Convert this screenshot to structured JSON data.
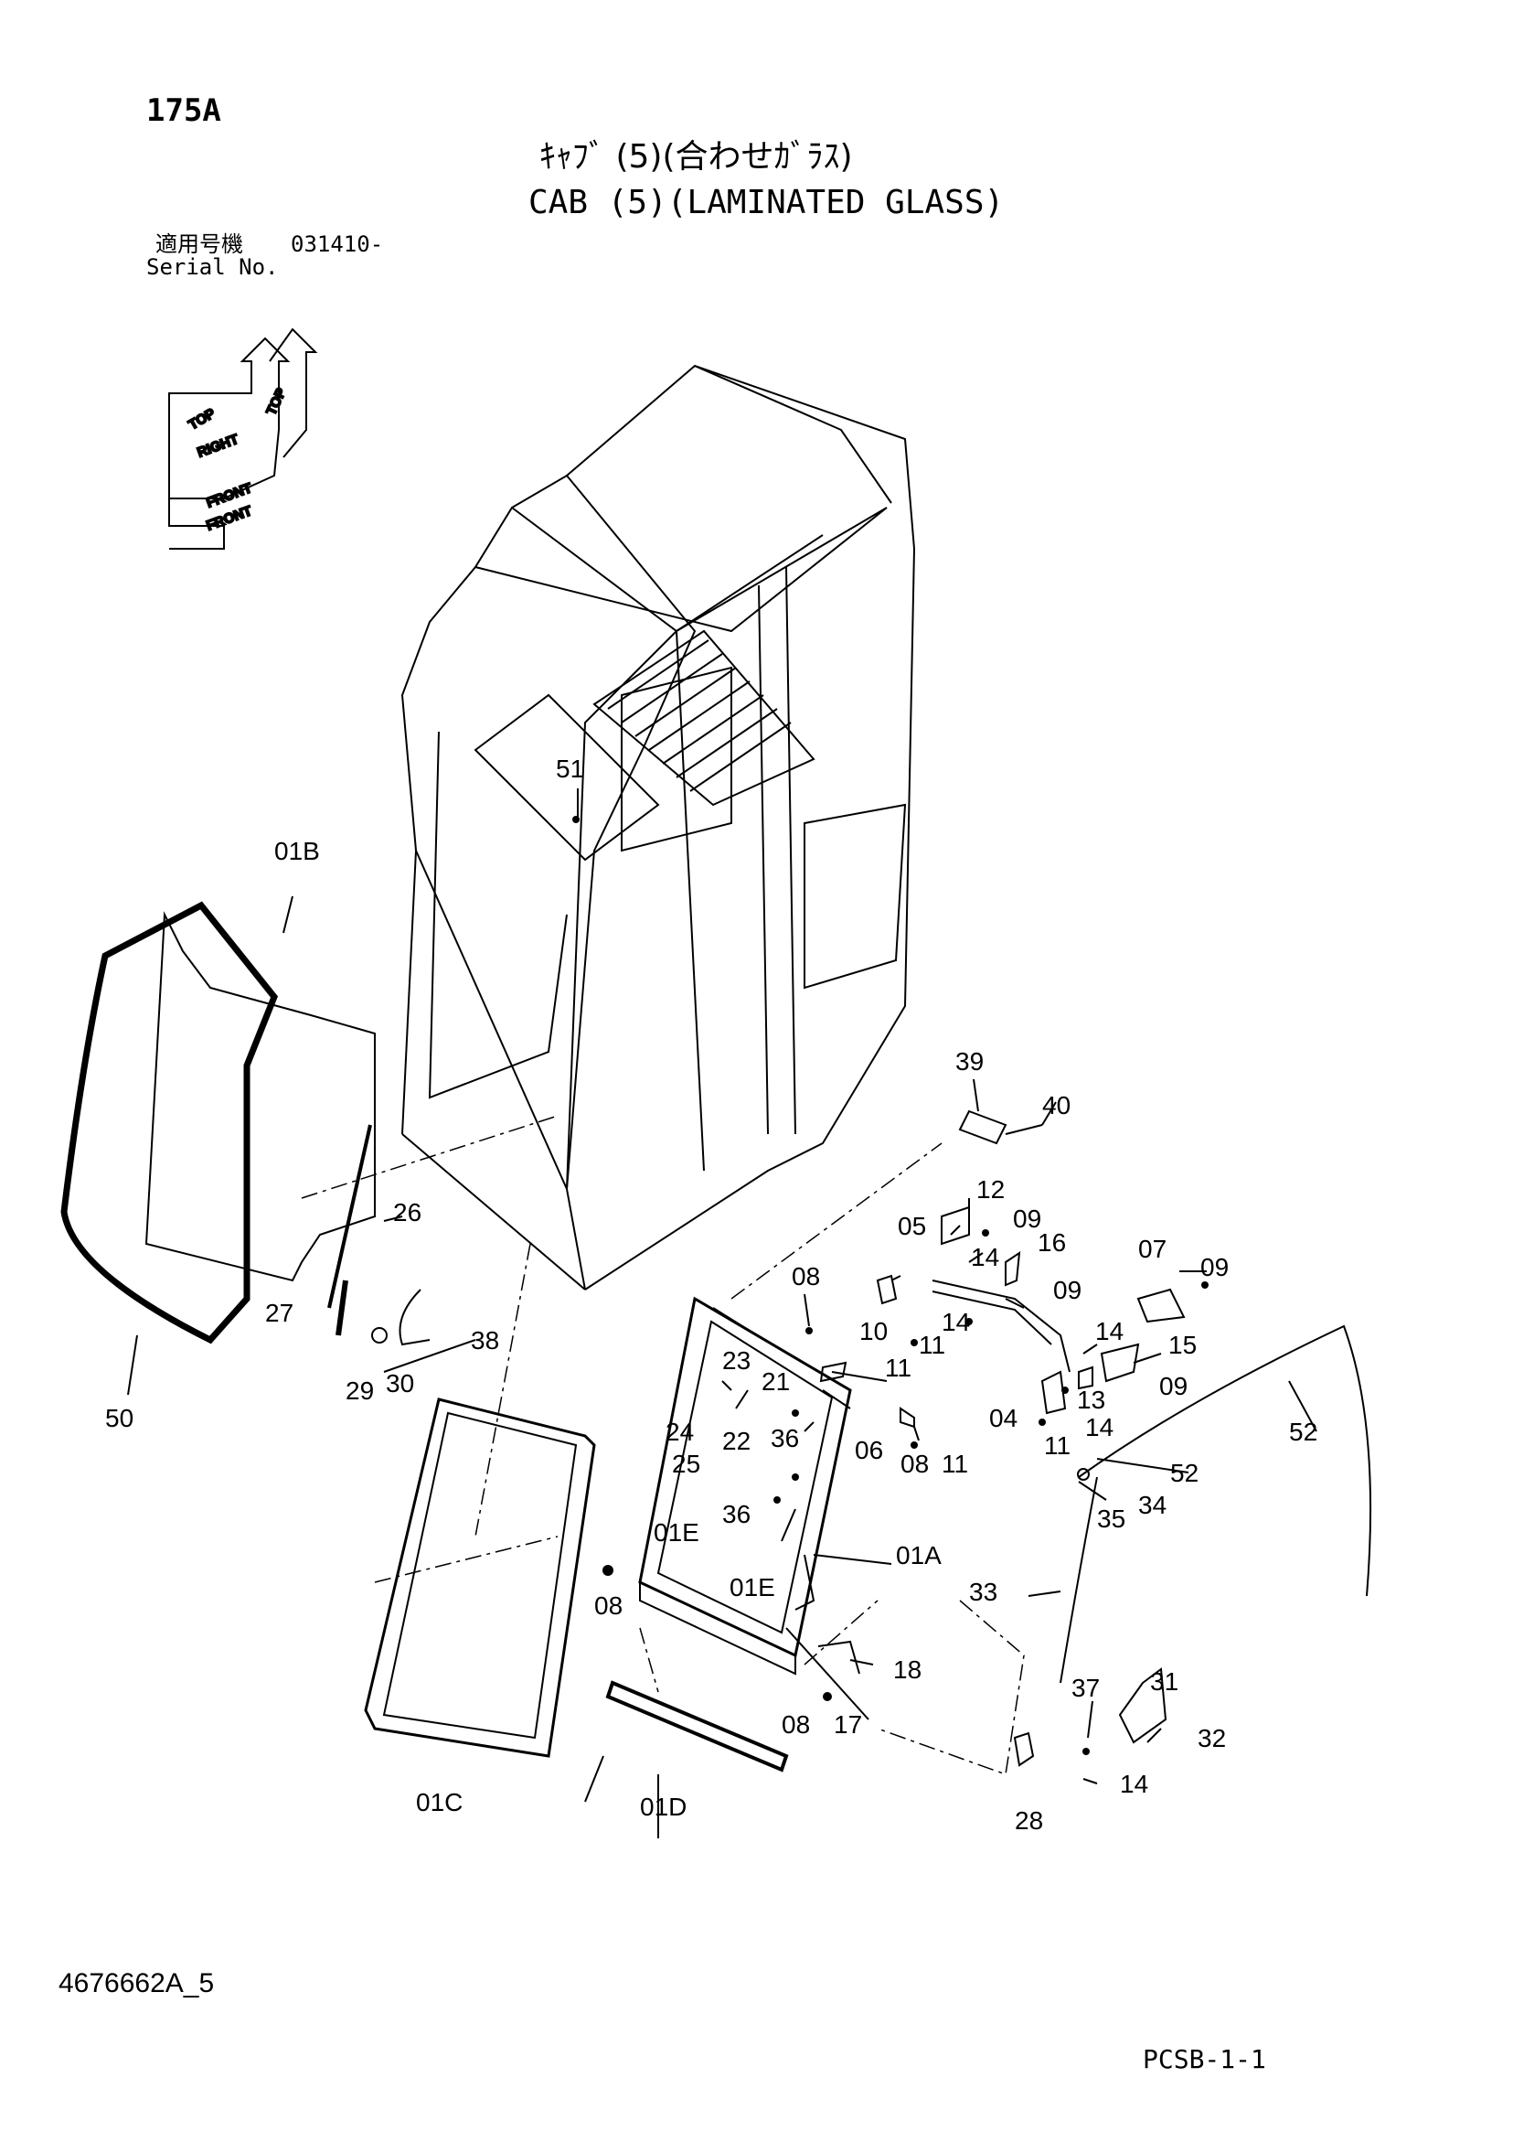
{
  "header": {
    "page_code": "175A",
    "title_jp": "ｷｬﾌﾞ (5)(合わせｶﾞﾗｽ)",
    "title_en": "CAB (5)(LAMINATED GLASS)",
    "serial_label_jp": "適用号機",
    "serial_range": "031410-",
    "serial_label_en": "Serial No."
  },
  "orientation": {
    "top": "TOP",
    "right": "RIGHT",
    "front": "FRONT"
  },
  "labels": {
    "l51": "51",
    "l01B": "01B",
    "l50": "50",
    "l26": "26",
    "l27": "27",
    "l29": "29",
    "l30": "30",
    "l38": "38",
    "l39": "39",
    "l40": "40",
    "l12": "12",
    "l05": "05",
    "l09a": "09",
    "l14a": "14",
    "l16": "16",
    "l09b": "09",
    "l07": "07",
    "l09c": "09",
    "l08a": "08",
    "l10": "10",
    "l11a": "11",
    "l14b": "14",
    "l11b": "11",
    "l14c": "14",
    "l15": "15",
    "l09d": "09",
    "l13": "13",
    "l04": "04",
    "l11c": "11",
    "l14d": "14",
    "l23": "23",
    "l21": "21",
    "l24": "24",
    "l22": "22",
    "l25": "25",
    "l36a": "36",
    "l06": "06",
    "l08b": "08",
    "l11d": "11",
    "l52a": "52",
    "l52b": "52",
    "l34": "34",
    "l35": "35",
    "l36b": "36",
    "l01A": "01A",
    "l01Ea": "01E",
    "l01Eb": "01E",
    "l08c": "08",
    "l33": "33",
    "l18": "18",
    "l17": "17",
    "l08d": "08",
    "l31": "31",
    "l37": "37",
    "l32": "32",
    "l14e": "14",
    "l28": "28",
    "l01C": "01C",
    "l01D": "01D"
  },
  "footer": {
    "drawing_no": "4676662A_5",
    "page_ref": "PCSB-1-1"
  }
}
